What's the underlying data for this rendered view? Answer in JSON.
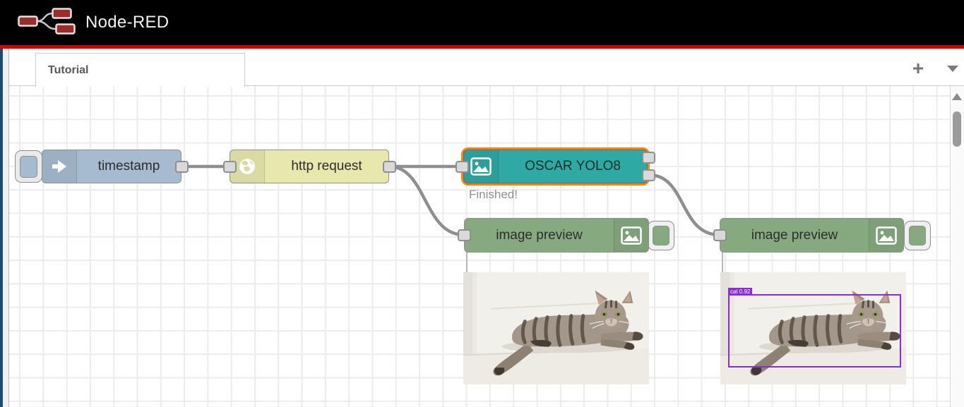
{
  "header": {
    "app_title": "Node-RED"
  },
  "tab_bar": {
    "active_tab": "Tutorial",
    "add_tab_label": "+"
  },
  "nodes": {
    "inject": {
      "label": "timestamp",
      "type": "inject"
    },
    "http_request": {
      "label": "http request",
      "type": "http request"
    },
    "yolo": {
      "label": "OSCAR YOLO8",
      "status": "Finished!",
      "selected": true
    },
    "image_preview_left": {
      "label": "image preview"
    },
    "image_preview_right": {
      "label": "image preview"
    }
  },
  "detection": {
    "label": "cat 0.92"
  },
  "icons": {
    "logo": "node-red-logo",
    "inject": "arrow-right-icon",
    "http_request": "globe-icon",
    "yolo": "image-icon",
    "image_preview": "image-icon",
    "add_tab": "plus-icon",
    "tab_menu": "chevron-down-icon",
    "scroll_up": "triangle-up-icon"
  },
  "colors": {
    "header_bg": "#000000",
    "header_accent": "#d40000",
    "logo_node_red": "#9b2c2c",
    "inject_node": "#a6bbcf",
    "http_request_node": "#e7e7ae",
    "yolo_node": "#2fa9a3",
    "selection_border": "#ff820f",
    "image_preview_node": "#87a980",
    "wire": "#8f8f8f",
    "port_fill": "#d9d9d9",
    "status_text": "#8f8f8f",
    "detection_box": "#8a2be2",
    "grid_line": "#ececec",
    "window_edge": "#1b4a73"
  }
}
